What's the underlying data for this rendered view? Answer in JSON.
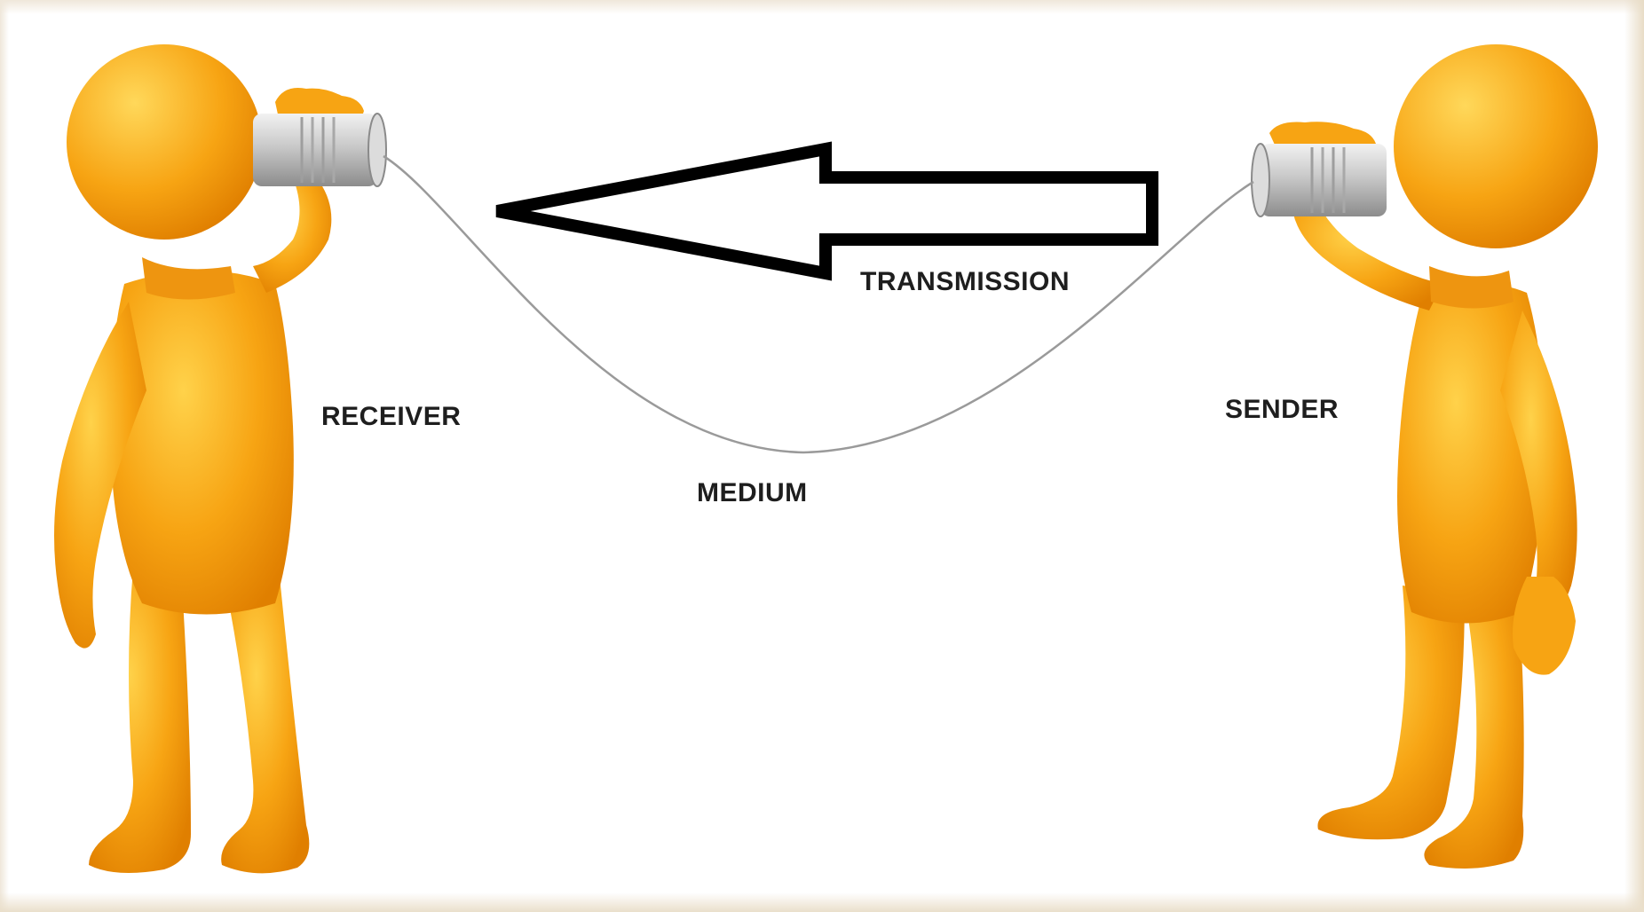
{
  "diagram": {
    "labels": {
      "transmission": "TRANSMISSION",
      "receiver": "RECEIVER",
      "sender": "SENDER",
      "medium": "MEDIUM"
    },
    "flow_direction": "sender-to-receiver",
    "colors": {
      "figure": "#f7a413",
      "figure_highlight": "#ffd24a",
      "figure_shadow": "#e07f00",
      "can": "#c9c9c9",
      "string": "#9a9a9a",
      "arrow": "#000000",
      "label_text": "#1e1e1e"
    },
    "icons": [
      "person-figure",
      "tin-can-phone",
      "arrow-left"
    ]
  }
}
